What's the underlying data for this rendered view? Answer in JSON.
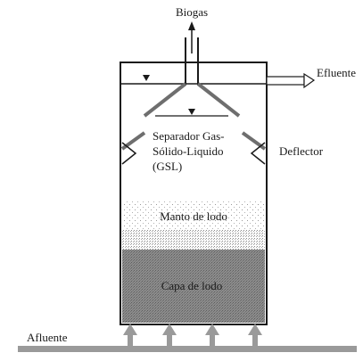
{
  "diagram": {
    "labels": {
      "biogas": "Biogas",
      "efluente": "Efluente",
      "separador_line1": "Separador Gas-",
      "separador_line2": "Sólido-Liquido",
      "separador_line3": "(GSL)",
      "deflector": "Deflector",
      "manto": "Manto de lodo",
      "capa": "Capa de lodo",
      "afluente": "Afluente"
    }
  }
}
